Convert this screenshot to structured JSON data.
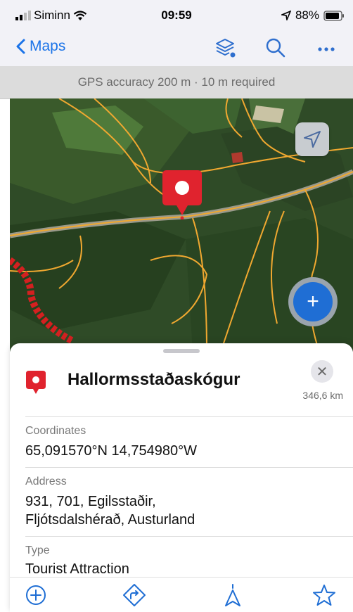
{
  "status_bar": {
    "carrier": "Siminn",
    "time": "09:59",
    "battery": "88%"
  },
  "nav": {
    "back_label": "Maps"
  },
  "gps_banner": "GPS accuracy 200 m · 10 m required",
  "place": {
    "name": "Hallormsstaðaskógur",
    "distance": "346,6 km",
    "coordinates_label": "Coordinates",
    "coordinates_value": "65,091570°N  14,754980°W",
    "address_label": "Address",
    "address_line1": "931, 701, Egilsstaðir,",
    "address_line2": "Fljótsdalshérað, Austurland",
    "type_label": "Type",
    "type_value": "Tourist Attraction"
  },
  "icons": {
    "signal": "signal-icon",
    "wifi": "wifi-icon",
    "location_arrow": "location-arrow-icon",
    "battery": "battery-icon",
    "back": "chevron-left-icon",
    "layers": "layers-icon",
    "search": "search-icon",
    "more": "more-icon",
    "pin": "map-pin-icon",
    "add": "plus-icon",
    "close": "close-icon",
    "directions": "directions-icon",
    "navigate": "navigate-icon",
    "favorite": "star-icon"
  },
  "colors": {
    "accent": "#1f6ed4",
    "pin": "#e0232e",
    "banner": "#dcdcdc",
    "roads": "#f0a830"
  }
}
